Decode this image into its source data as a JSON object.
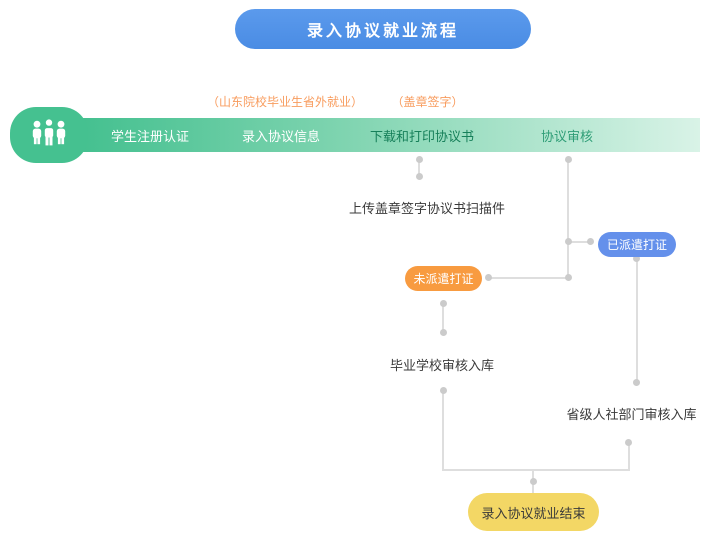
{
  "header": {
    "title": "录入协议就业流程"
  },
  "process_bar": {
    "steps": [
      {
        "label": "学生注册认证"
      },
      {
        "label": "录入协议信息"
      },
      {
        "label": "下载和打印协议书"
      },
      {
        "label": "协议审核"
      }
    ],
    "annotations": [
      {
        "text": "（山东院校毕业生省外就业）"
      },
      {
        "text": "（盖章签字）"
      }
    ]
  },
  "nodes": {
    "upload_scan": {
      "label": "上传盖章签字协议书扫描件"
    },
    "not_dispatched": {
      "label": "未派遣打证"
    },
    "dispatched": {
      "label": "已派遣打证"
    },
    "school_review": {
      "label": "毕业学校审核入库"
    },
    "provincial_review": {
      "label": "省级人社部门审核入库"
    },
    "end": {
      "label": "录入协议就业结束"
    }
  },
  "colors": {
    "header_blue": "#4e90e8",
    "bar_green_start": "#3ebe8c",
    "bar_green_end": "#d9f3e7",
    "annotation_orange": "#f89c5e",
    "badge_orange": "#f89b40",
    "badge_blue": "#6490eb",
    "box_gold": "#eec95f",
    "end_yellow": "#f3d765",
    "connector_gray": "#dedede"
  }
}
